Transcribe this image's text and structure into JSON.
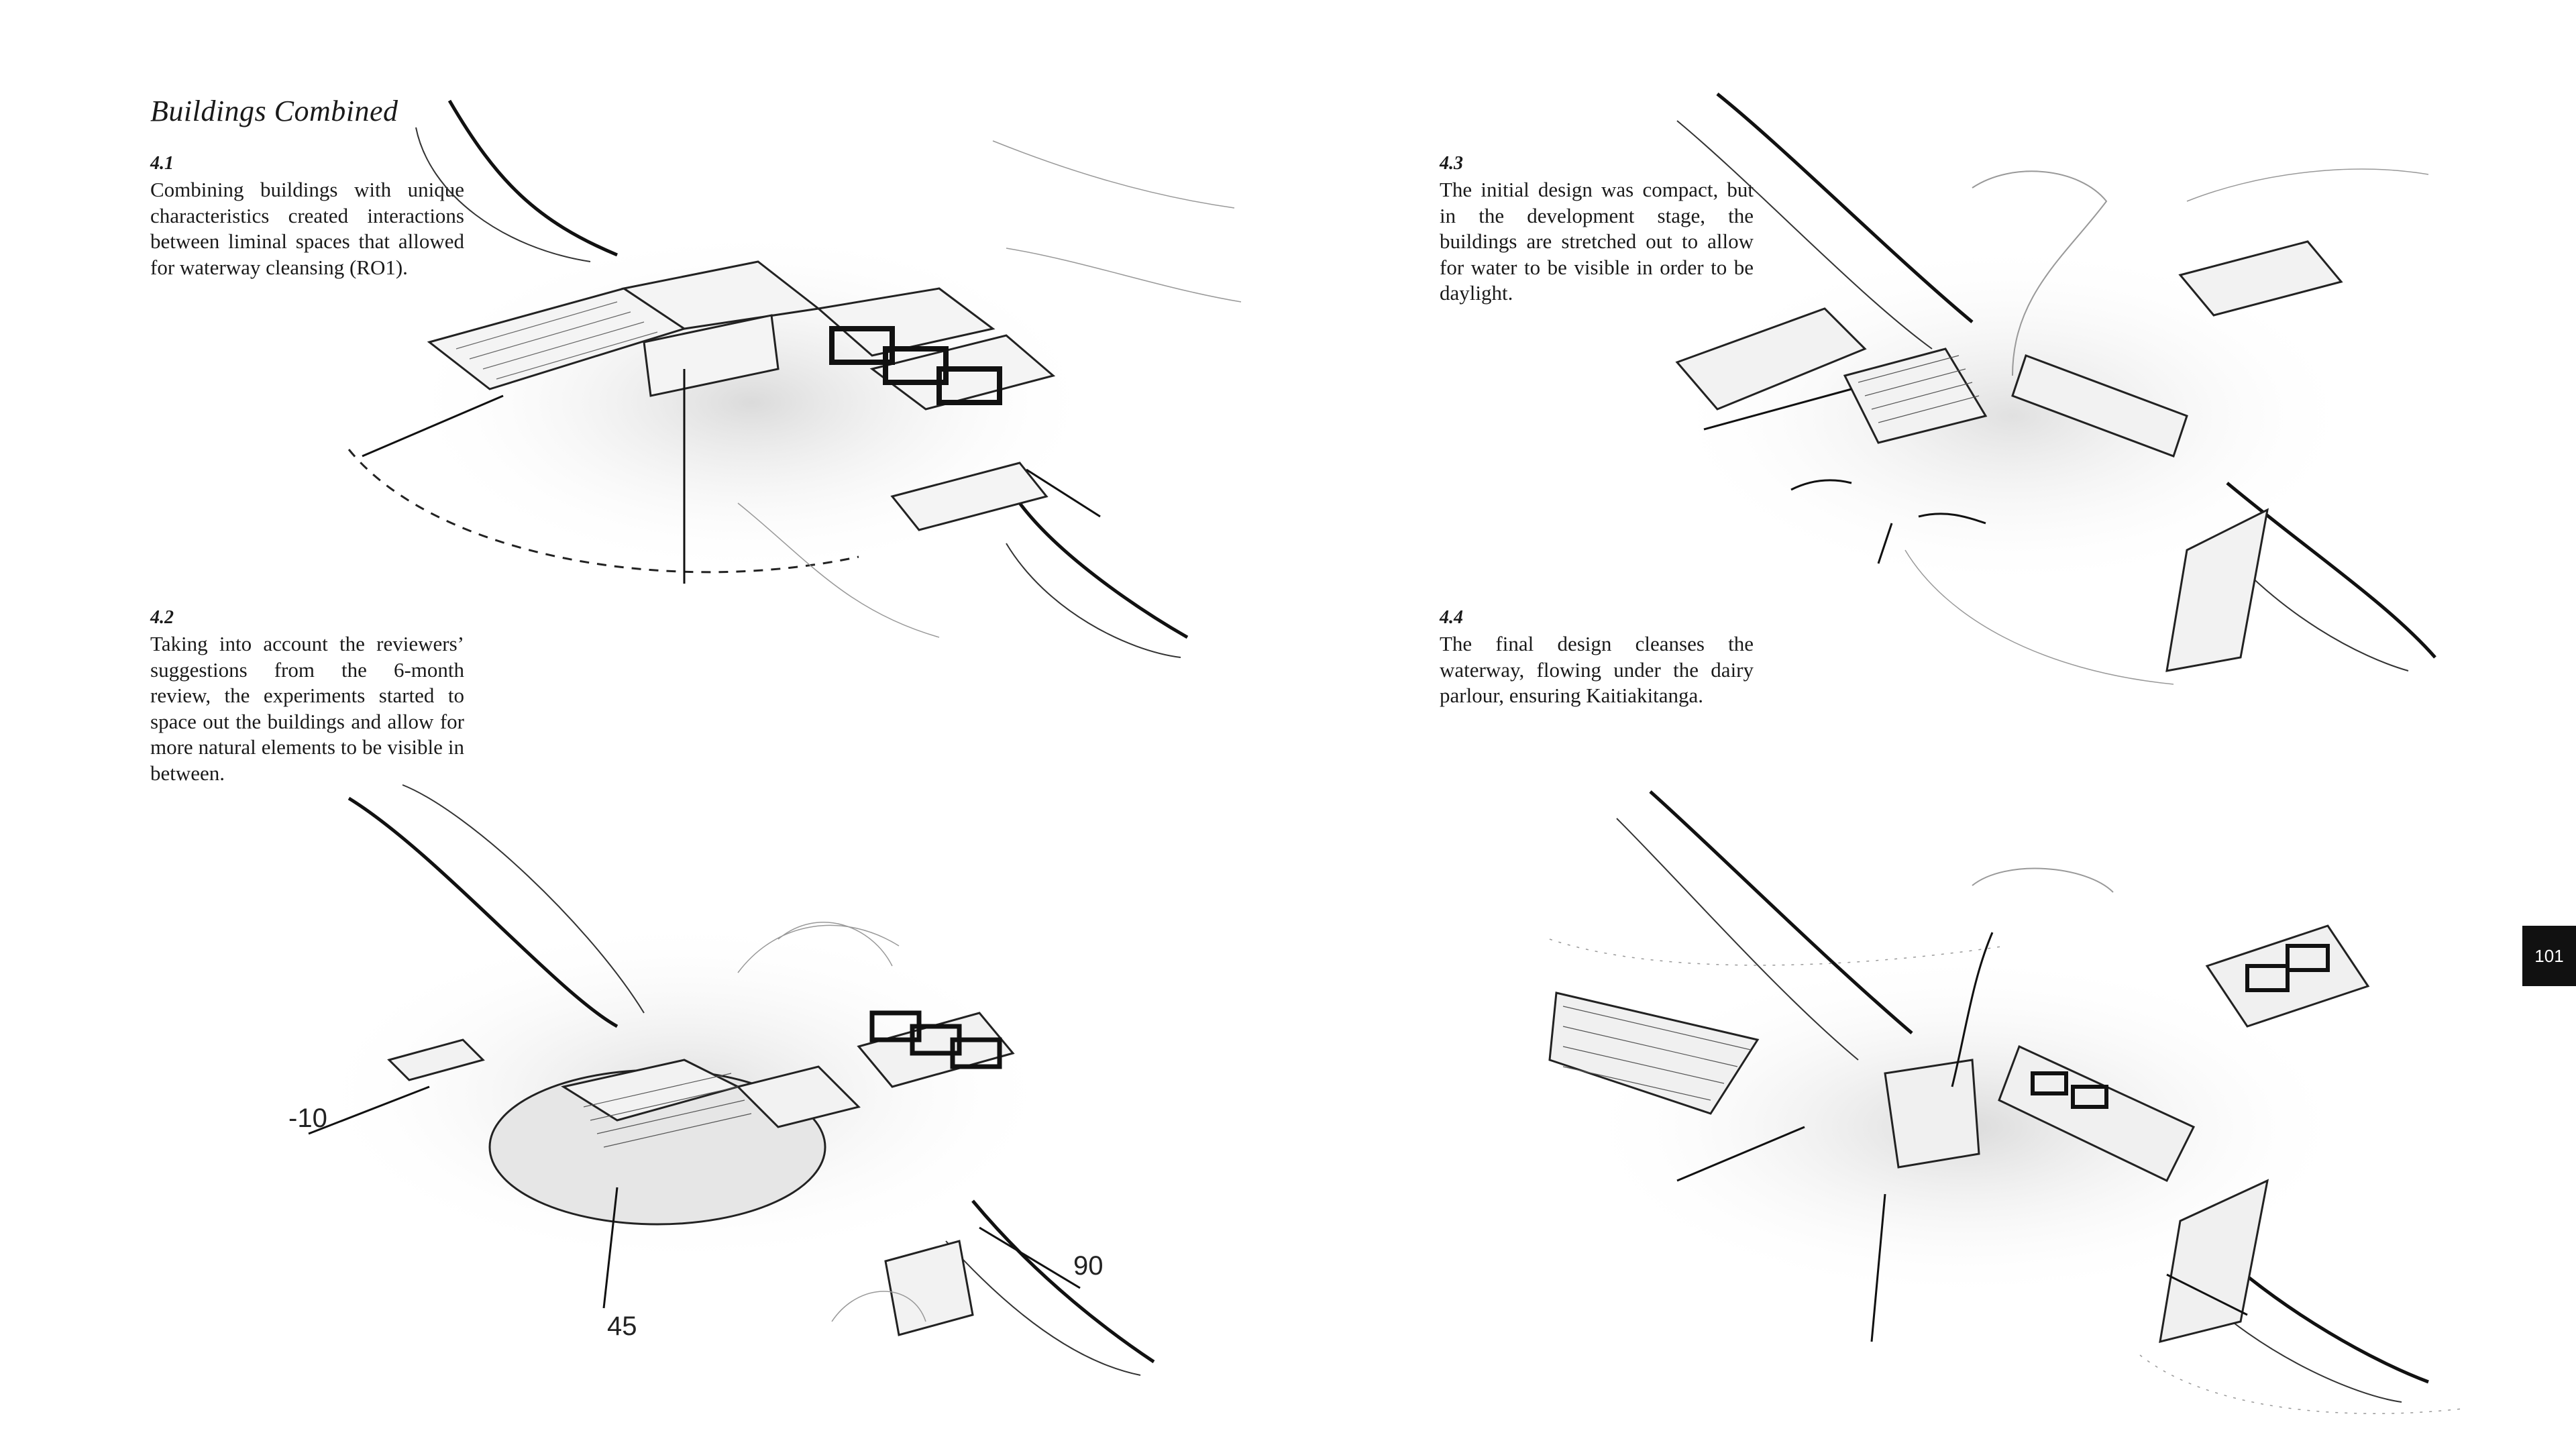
{
  "heading": "Buildings Combined",
  "page_number": "101",
  "captions": [
    {
      "id": "4.1",
      "text": "Combining buildings with unique characteristics created interactions between liminal spaces that allowed for waterway cleansing (RO1)."
    },
    {
      "id": "4.2",
      "text": "Taking into account the reviewers’ suggestions from the 6-month review, the experiments started to space out the buildings and allow for more natural elements to be visible in between."
    },
    {
      "id": "4.3",
      "text": "The initial design was compact, but in the development stage, the buildings are stretched out to allow for water to be visible in order to be daylight."
    },
    {
      "id": "4.4",
      "text": "The final design cleanses the waterway, flowing under the dairy parlour, ensuring Kaitiakitanga."
    }
  ],
  "annotations": {
    "fig2_left": "-10",
    "fig2_bottom": "45",
    "fig2_right": "90"
  }
}
